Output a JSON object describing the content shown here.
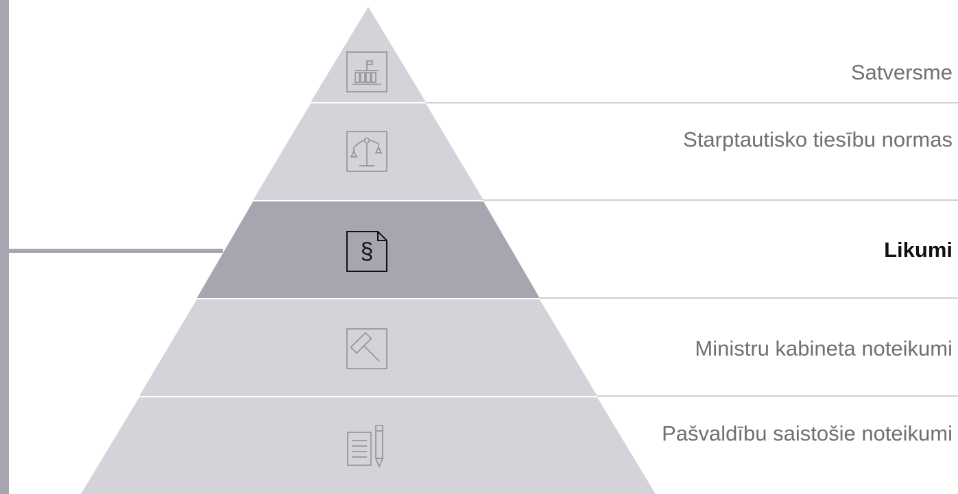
{
  "colors": {
    "tier_fill": "#d3d3d9",
    "tier_active_fill": "#a7a6b0",
    "icon_stroke": "#8d8d93",
    "icon_active_stroke": "#111111",
    "label_text": "#6f6f74",
    "label_active_text": "#111111"
  },
  "levels": [
    {
      "label": "Satversme",
      "icon": "parliament-building-icon",
      "active": false
    },
    {
      "label": "Starptautisko tiesību normas",
      "icon": "scales-icon",
      "active": false
    },
    {
      "label": "Likumi",
      "icon": "paragraph-document-icon",
      "active": true
    },
    {
      "label": "Ministru kabineta noteikumi",
      "icon": "gavel-icon",
      "active": false
    },
    {
      "label": "Pašvaldību saistošie noteikumi",
      "icon": "document-pen-icon",
      "active": false
    }
  ],
  "icons": {
    "paragraph_glyph": "§"
  }
}
